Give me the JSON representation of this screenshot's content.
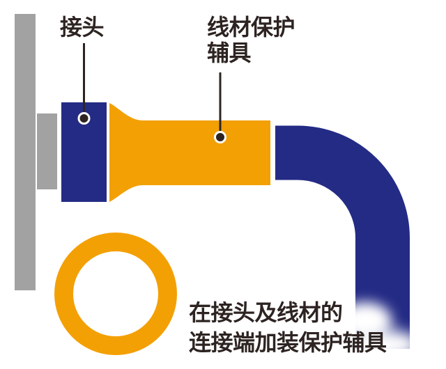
{
  "diagram": {
    "labels": {
      "connector": "接头",
      "protector_line1": "线材保护",
      "protector_line2": "辅具"
    },
    "caption": {
      "line1": "在接头及线材的",
      "line2": "连接端加装保护辅具"
    },
    "parts": {
      "panel": "mounting-panel",
      "connector_block": "connector",
      "protection_sleeve": "wire-protection-aid",
      "cable": "wire-cable",
      "ring": "protection-ring-aid"
    }
  },
  "colors": {
    "blue": "#242b85",
    "orange": "#f3a005",
    "gray": "#a2a2a2",
    "text_dark": "#2d2422",
    "white": "#ffffff",
    "background": "#ffffff"
  }
}
